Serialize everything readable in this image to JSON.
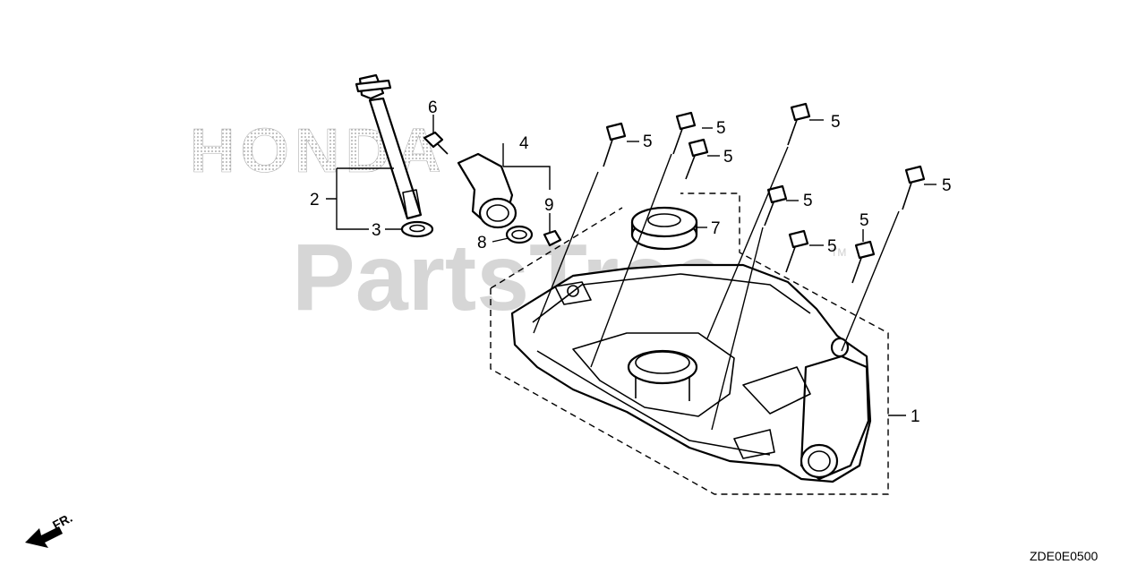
{
  "watermarks": {
    "brand_top": "HONDA",
    "brand_center": "PartsTree",
    "trademark": "TM"
  },
  "callouts": [
    {
      "id": "c1",
      "label": "1"
    },
    {
      "id": "c2",
      "label": "2"
    },
    {
      "id": "c3",
      "label": "3"
    },
    {
      "id": "c4",
      "label": "4"
    },
    {
      "id": "c5a",
      "label": "5"
    },
    {
      "id": "c5b",
      "label": "5"
    },
    {
      "id": "c5c",
      "label": "5"
    },
    {
      "id": "c5d",
      "label": "5"
    },
    {
      "id": "c5e",
      "label": "5"
    },
    {
      "id": "c5f",
      "label": "5"
    },
    {
      "id": "c5g",
      "label": "5"
    },
    {
      "id": "c5h",
      "label": "5"
    },
    {
      "id": "c6",
      "label": "6"
    },
    {
      "id": "c7",
      "label": "7"
    },
    {
      "id": "c8",
      "label": "8"
    },
    {
      "id": "c9",
      "label": "9"
    }
  ],
  "front_indicator": "FR.",
  "diagram_code": "ZDE0E0500",
  "colors": {
    "ink": "#000000",
    "watermark": "#c8c8c8",
    "background": "#ffffff"
  }
}
